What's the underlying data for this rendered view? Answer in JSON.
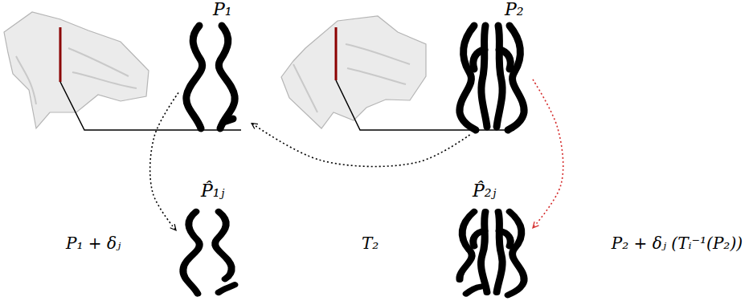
{
  "diagram": {
    "nodes": [
      {
        "text": [
          "P₁"
        ]
      },
      {
        "text": [
          "P₂"
        ]
      },
      {
        "text": [
          "P̂₁ⱼ"
        ]
      },
      {
        "text": [
          "P̂₂ⱼ"
        ]
      }
    ],
    "edges": [
      {
        "from": 0,
        "to": 2,
        "arrow": "to",
        "label": "P₁ + δⱼ"
      },
      {
        "from": 1,
        "to": 0,
        "arrow": "to",
        "label": "T₂"
      },
      {
        "from": 1,
        "to": 3,
        "arrow": "to",
        "label": "P₂ + δⱼ (Tᵢ⁻¹(P₂))"
      }
    ]
  }
}
